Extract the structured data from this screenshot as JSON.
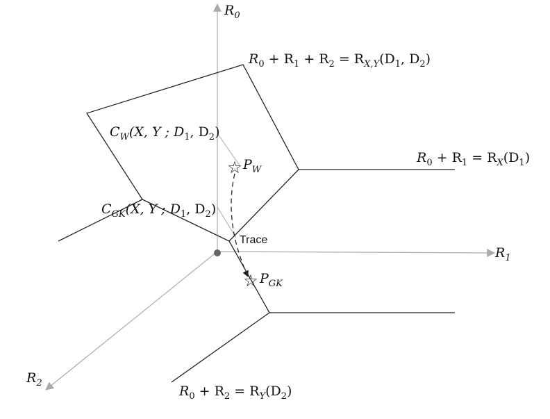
{
  "axes": {
    "r0": {
      "sym": "R",
      "sub": "0"
    },
    "r1": {
      "sym": "R",
      "sub": "1"
    },
    "r2": {
      "sym": "R",
      "sub": "2"
    }
  },
  "labels": {
    "sum_all": {
      "lhs_a": "R",
      "s0": "0",
      "plus1": " + R",
      "s1": "1",
      "plus2": " + R",
      "s2": "2",
      "eq": " = R",
      "xy": "X,Y",
      "args_open": "(D",
      "d1": "1",
      "comma": ", D",
      "d2": "2",
      "close": ")"
    },
    "sum_x": {
      "lhs_a": "R",
      "s0": "0",
      "plus1": " + R",
      "s1": "1",
      "eq": " = R",
      "x": "X",
      "args_open": "(D",
      "d1": "1",
      "close": ")"
    },
    "sum_y": {
      "lhs_a": "R",
      "s0": "0",
      "plus2": " + R",
      "s2": "2",
      "eq": " = R",
      "y": "Y",
      "args_open": "(D",
      "d2": "2",
      "close": ")"
    },
    "cw": {
      "c": "C",
      "sub": "W",
      "args": "(X, Y ; D",
      "d1": "1",
      "comma": ", D",
      "d2": "2",
      "close": ")"
    },
    "cgk": {
      "c": "C",
      "sub": "GK",
      "args": "(X, Y ; D",
      "d1": "1",
      "comma": ", D",
      "d2": "2",
      "close": ")"
    },
    "pw": {
      "p": "P",
      "sub": "W"
    },
    "pgk": {
      "p": "P",
      "sub": "GK"
    },
    "trace": "Trace"
  },
  "star_symbol": "☆",
  "colors": {
    "line": "#222222",
    "axis": "#aaaaaa",
    "text": "#111111"
  }
}
